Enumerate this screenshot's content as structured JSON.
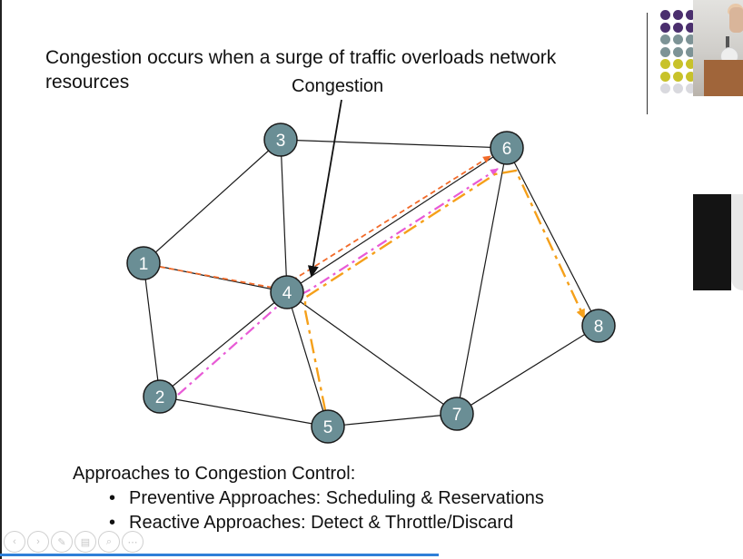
{
  "slide": {
    "title": "Congestion occurs when a surge of traffic overloads network resources",
    "congestion_label": "Congestion",
    "section_heading": "Approaches to Congestion Control:",
    "bullets": [
      {
        "marker": "•",
        "text": "Preventive Approaches:  Scheduling & Reservations"
      },
      {
        "marker": "•",
        "text": "Reactive Approaches:  Detect & Throttle/Discard"
      }
    ]
  },
  "graph": {
    "nodes": [
      {
        "id": "1",
        "label": "1"
      },
      {
        "id": "2",
        "label": "2"
      },
      {
        "id": "3",
        "label": "3"
      },
      {
        "id": "4",
        "label": "4"
      },
      {
        "id": "5",
        "label": "5"
      },
      {
        "id": "6",
        "label": "6"
      },
      {
        "id": "7",
        "label": "7"
      },
      {
        "id": "8",
        "label": "8"
      }
    ],
    "links": [
      [
        "1",
        "3"
      ],
      [
        "1",
        "4"
      ],
      [
        "1",
        "2"
      ],
      [
        "3",
        "4"
      ],
      [
        "3",
        "6"
      ],
      [
        "4",
        "6"
      ],
      [
        "4",
        "2"
      ],
      [
        "4",
        "5"
      ],
      [
        "4",
        "7"
      ],
      [
        "2",
        "5"
      ],
      [
        "5",
        "7"
      ],
      [
        "7",
        "6"
      ],
      [
        "7",
        "8"
      ],
      [
        "6",
        "8"
      ]
    ],
    "flows": [
      {
        "name": "flow-1-to-6",
        "path": [
          "1",
          "4",
          "6"
        ],
        "color": "#f26b2a",
        "style": "dashed"
      },
      {
        "name": "flow-2-to-6",
        "path": [
          "2",
          "4",
          "6"
        ],
        "color": "#e85ad6",
        "style": "dash-dot"
      },
      {
        "name": "flow-5-to-8",
        "path": [
          "5",
          "4",
          "6",
          "8"
        ],
        "color": "#f5a01a",
        "style": "long-dash-dot"
      }
    ],
    "congestion_node": "4"
  },
  "colors": {
    "node_fill": "#6a8e95",
    "node_stroke": "#1a1a1a",
    "node_text": "#ffffff",
    "link": "#1a1a1a",
    "dots": [
      "#4b2f6e",
      "#4b2f6e",
      "#4b2f6e",
      "#4b2f6e",
      "#7d9396",
      "#7d9396",
      "#7d9396",
      "#7d9396",
      "#c8c22a",
      "#c8c22a",
      "#c8c22a",
      "#c8c22a",
      "#d9d9de"
    ]
  },
  "toolbar": {
    "buttons": [
      {
        "name": "previous-slide-button",
        "icon": "chevron-left-icon",
        "glyph": "‹"
      },
      {
        "name": "next-slide-button",
        "icon": "chevron-right-icon",
        "glyph": "›"
      },
      {
        "name": "pen-tool-button",
        "icon": "pen-icon",
        "glyph": "✎"
      },
      {
        "name": "slides-overview-button",
        "icon": "slides-icon",
        "glyph": "▤"
      },
      {
        "name": "zoom-button",
        "icon": "magnifier-icon",
        "glyph": "⌕"
      },
      {
        "name": "more-options-button",
        "icon": "more-icon",
        "glyph": "⋯"
      }
    ]
  },
  "progress": {
    "fraction": 0.59
  }
}
